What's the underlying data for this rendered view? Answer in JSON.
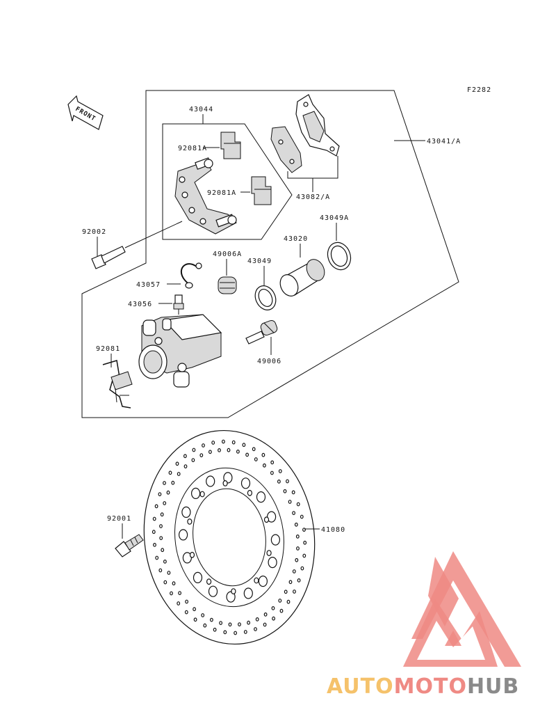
{
  "diagram": {
    "code": "F2282",
    "front_label": "FRONT",
    "parts": {
      "p43041": "43041/A",
      "p43044": "43044",
      "p92081a_top": "92081A",
      "p92081a_bot": "92081A",
      "p43082": "43082/A",
      "p43049a": "43049A",
      "p43020": "43020",
      "p43049": "43049",
      "p49006a": "49006A",
      "p92002": "92002",
      "p43057": "43057",
      "p43056": "43056",
      "p92081": "92081",
      "p49006": "49006",
      "p92001": "92001",
      "p41080": "41080"
    }
  },
  "watermark": {
    "part1": "AUTO",
    "part2": "MOTO",
    "part3": "HUB",
    "color1": "#f5c26b",
    "color2": "#ef8a84",
    "color3": "#8a8a8a"
  }
}
